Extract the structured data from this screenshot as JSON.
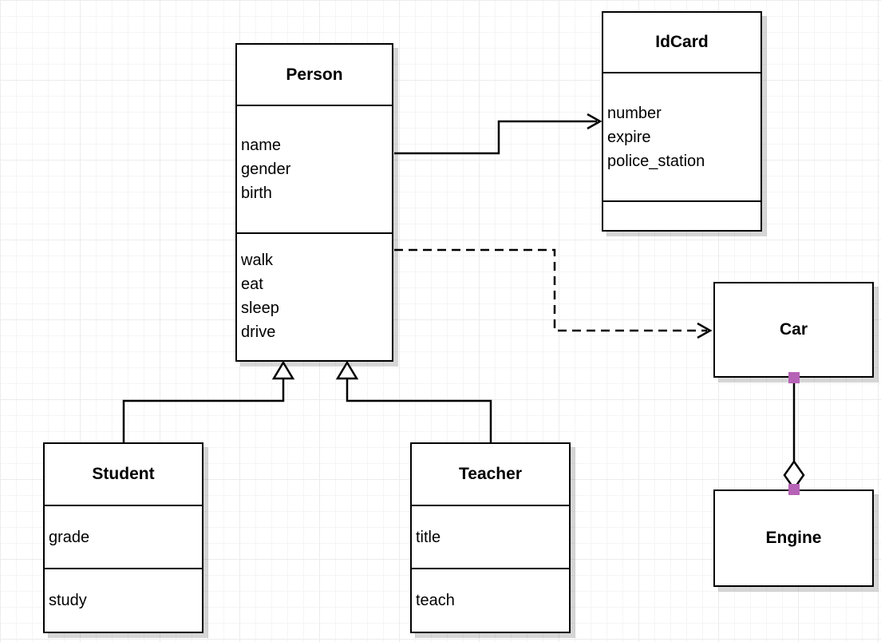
{
  "diagram": {
    "type": "uml-class-diagram",
    "classes": {
      "person": {
        "name": "Person",
        "attributes": [
          "name",
          "gender",
          "birth"
        ],
        "methods": [
          "walk",
          "eat",
          "sleep",
          "drive"
        ]
      },
      "idcard": {
        "name": "IdCard",
        "attributes": [
          "number",
          "expire",
          "police_station"
        ],
        "methods": []
      },
      "car": {
        "name": "Car",
        "attributes": [],
        "methods": []
      },
      "engine": {
        "name": "Engine",
        "attributes": [],
        "methods": []
      },
      "student": {
        "name": "Student",
        "attributes": [
          "grade"
        ],
        "methods": [
          "study"
        ]
      },
      "teacher": {
        "name": "Teacher",
        "attributes": [
          "title"
        ],
        "methods": [
          "teach"
        ]
      }
    },
    "relationships": [
      {
        "from": "Person",
        "to": "IdCard",
        "type": "association",
        "line": "solid",
        "arrowhead": "open"
      },
      {
        "from": "Person",
        "to": "Car",
        "type": "dependency",
        "line": "dashed",
        "arrowhead": "open"
      },
      {
        "from": "Student",
        "to": "Person",
        "type": "generalization",
        "line": "solid",
        "arrowhead": "hollow-triangle"
      },
      {
        "from": "Teacher",
        "to": "Person",
        "type": "generalization",
        "line": "solid",
        "arrowhead": "hollow-triangle"
      },
      {
        "from": "Car",
        "to": "Engine",
        "type": "aggregation",
        "line": "solid",
        "arrowhead": "hollow-diamond"
      }
    ]
  },
  "colors": {
    "line": "#000000",
    "box_fill": "#ffffff",
    "endpoint_marker": "#b662b6",
    "grid_minor": "#f5f5f5",
    "grid_major": "#ececec"
  }
}
